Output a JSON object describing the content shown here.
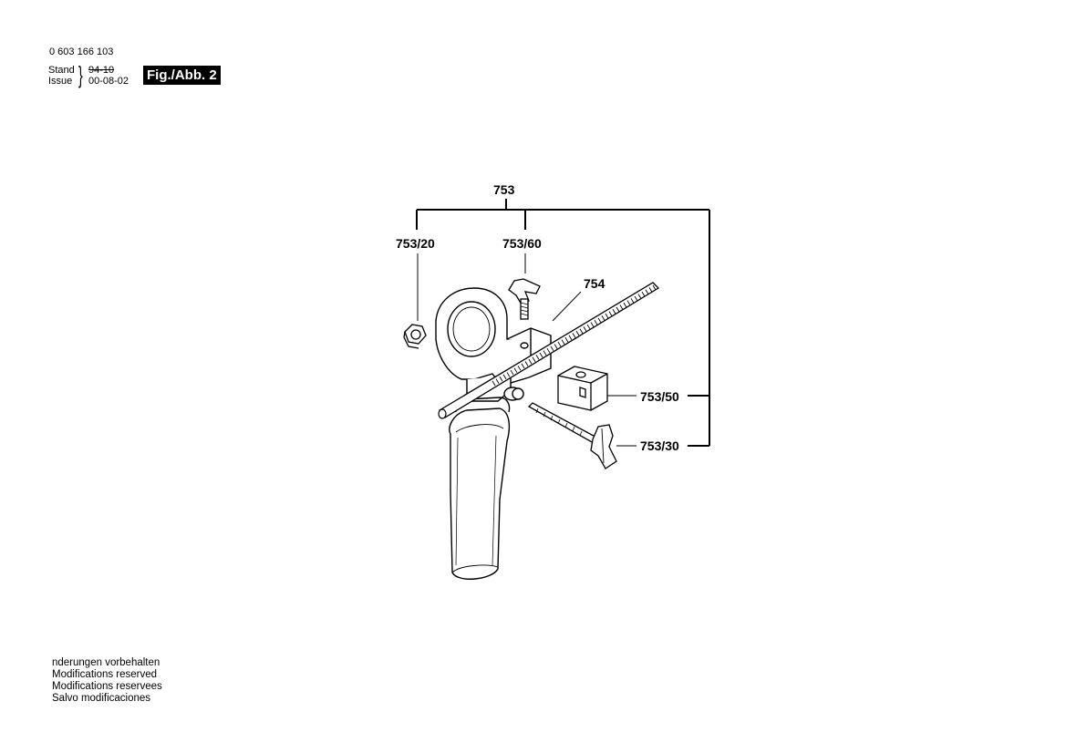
{
  "header": {
    "part_number": "0 603 166 103",
    "stand_label": "Stand",
    "issue_label": "Issue",
    "stand_value": "94-10",
    "issue_value": "00-08-02",
    "figure_label": "Fig./Abb. 2"
  },
  "callouts": {
    "c753": "753",
    "c753_20": "753/20",
    "c753_60": "753/60",
    "c754": "754",
    "c753_50": "753/50",
    "c753_30": "753/30"
  },
  "footer": {
    "line1": "nderungen vorbehalten",
    "line2": "Modifications reserved",
    "line3": "Modifications reservees",
    "line4": "Salvo modificaciones"
  }
}
